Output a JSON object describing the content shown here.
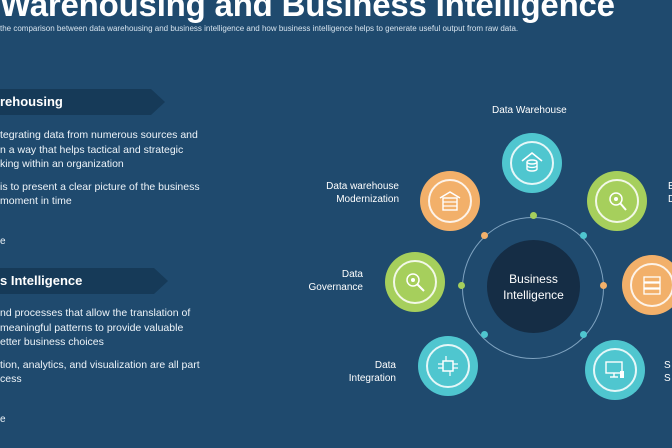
{
  "title": "Warehousing and Business Intelligence",
  "subtitle": "the comparison between data warehousing and business intelligence and how business intelligence helps to generate useful output from raw data.",
  "sections": [
    {
      "heading": "rehousing",
      "lines": [
        "tegrating data from numerous sources and",
        "n a way that helps tactical and strategic",
        "king within an organization",
        "is to present a clear picture of the business",
        "moment in time"
      ],
      "stub": "e"
    },
    {
      "heading": "s Intelligence",
      "lines": [
        "nd processes that allow the translation of",
        "meaningful patterns to provide valuable",
        "etter business choices",
        "tion, analytics, and visualization are all part",
        "cess"
      ],
      "stub": "e"
    }
  ],
  "diagram": {
    "center": [
      "Business",
      "Intelligence"
    ],
    "nodes": [
      {
        "id": "data-warehouse",
        "label": [
          "Data Warehouse"
        ],
        "color": "#4fc6cf",
        "icon": "database-icon"
      },
      {
        "id": "dw-modernization",
        "label": [
          "Data warehouse",
          "Modernization"
        ],
        "color": "#f2b06a",
        "icon": "warehouse-icon"
      },
      {
        "id": "data-governance",
        "label": [
          "Data",
          "Governance"
        ],
        "color": "#a6cf5c",
        "icon": "governance-icon"
      },
      {
        "id": "data-integration",
        "label": [
          "Data",
          "Integration"
        ],
        "color": "#4fc6cf",
        "icon": "chip-icon"
      },
      {
        "id": "right-top",
        "label": [
          "E",
          "D"
        ],
        "color": "#a6cf5c",
        "icon": "analysis-icon"
      },
      {
        "id": "right-mid",
        "label": [],
        "color": "#f2b06a",
        "icon": "server-icon"
      },
      {
        "id": "right-bottom",
        "label": [
          "S",
          "S"
        ],
        "color": "#4fc6cf",
        "icon": "monitor-icon"
      }
    ],
    "dot_colors": {
      "teal": "#4fc6cf",
      "green": "#a6cf5c",
      "orange": "#f2b06a"
    }
  }
}
